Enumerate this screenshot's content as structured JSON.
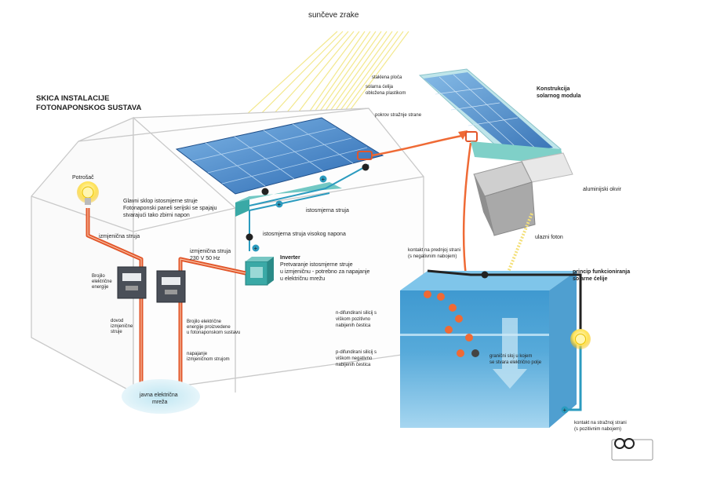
{
  "sun_label": "sunčeve zrake",
  "title": [
    "SKICA INSTALACIJE",
    "FOTONAPONSKOG SUSTAVA"
  ],
  "labels": {
    "consumer": "Potrošač",
    "ac_current_1": "izmjenična struja",
    "main_line": [
      "Glavni sklop istosmjerne struje",
      "Fotonaponski paneli serijski se spajaju",
      "stvarajući tako zbirni napon"
    ],
    "dc_current": "istosmjerna struja",
    "dc_high_voltage": "istosmjerna struja visokog napona",
    "ac_230": [
      "izmjenična struja",
      "230 V 50 Hz"
    ],
    "inverter": [
      "Inverter",
      "Pretvaranje istosmjerne struje",
      "u izmjeničnu - potrebno za napajanje",
      "u električnu mrežu"
    ],
    "meter_consumed": [
      "Brojilo",
      "električne",
      "energije"
    ],
    "ac_supply": [
      "dovod",
      "izmjenične",
      "struje"
    ],
    "meter_produced": [
      "Brojilo električne",
      "energije proizvedene",
      "u fotonaponskom sustavu"
    ],
    "supply_ac": [
      "napajanje",
      "izmjeničnom strujom"
    ],
    "grid": [
      "javna električna",
      "mreža"
    ],
    "glass": "staklena ploča",
    "cell": [
      "solarna ćelija",
      "obložena plastikom"
    ],
    "backsheet": "pokrov stražnje strane",
    "module_title": [
      "Konstrukcija",
      "solarnog modula"
    ],
    "frame": "aluminijski okvir",
    "photon": "ulazni foton",
    "front_contact": [
      "kontakt na prednjoj strani",
      "(s negativnim nabojem)"
    ],
    "principle_title": [
      "princip funkcioniranja",
      "solarne ćelije"
    ],
    "n_silicon": [
      "n-difundirani silicij s",
      "viškom pozitivno",
      "nabijenih čestica"
    ],
    "p_silicon": [
      "p-difundirani silicij s",
      "viškom negativno",
      "nabijenih čestica"
    ],
    "junction": [
      "granični sloj u kojem",
      "se stvara električno polje"
    ],
    "back_contact": [
      "kontakt na stražnoj strani",
      "(s pozitivnim nabojem)"
    ]
  },
  "charges": {
    "minus": "−",
    "plus": "+"
  },
  "colors": {
    "wire_ac": "#e2562a",
    "wire_dc": "#2b9bbf",
    "panel": "#3d82c8",
    "cell_water": "#4fa6d6",
    "arrow": "#ef6a35",
    "photon": "#f4e07a"
  }
}
